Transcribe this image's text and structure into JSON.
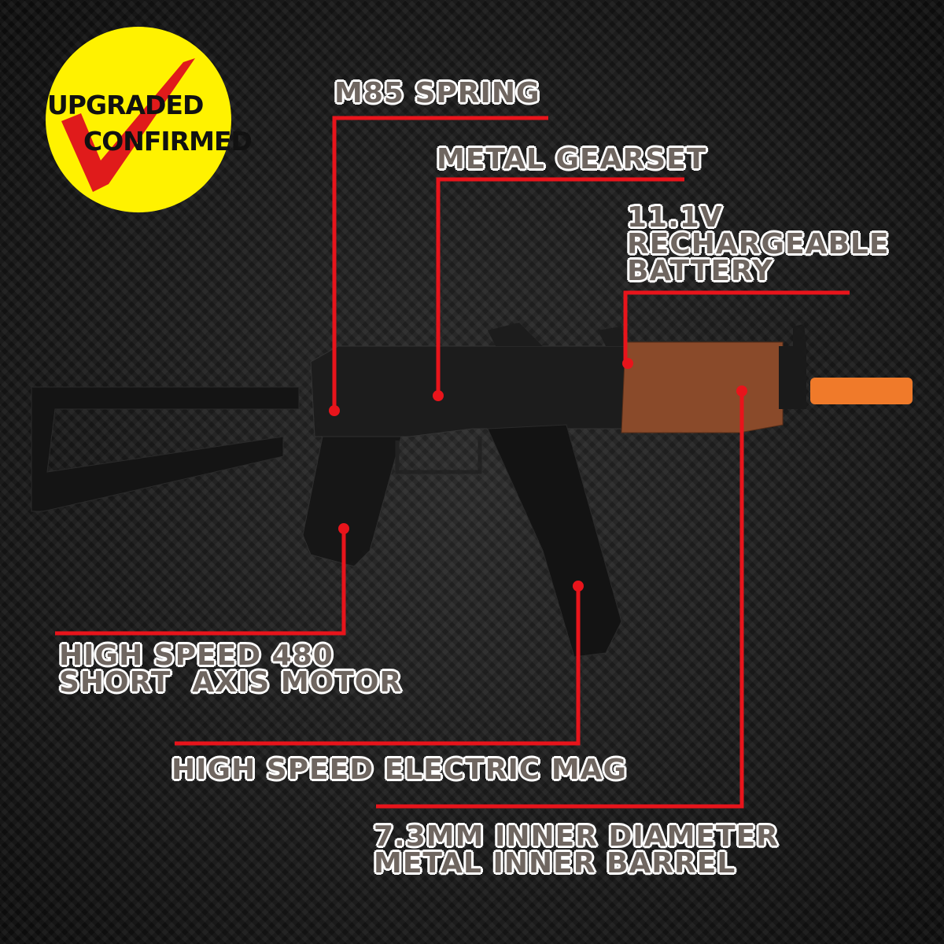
{
  "badge": {
    "line1": "UPGRADED",
    "line2": "CONFIRMED",
    "colors": {
      "circle": "#fff200",
      "check": "#e01b1b"
    }
  },
  "callouts": [
    {
      "id": "spring",
      "lines": [
        "M85 SPRING"
      ]
    },
    {
      "id": "gearset",
      "lines": [
        "METAL GEARSET"
      ]
    },
    {
      "id": "battery",
      "lines": [
        "11.1V",
        "RECHARGEABLE",
        "BATTERY"
      ]
    },
    {
      "id": "motor",
      "lines": [
        "HIGH SPEED 480",
        "SHORT  AXIS MOTOR"
      ]
    },
    {
      "id": "mag",
      "lines": [
        "HIGH SPEED ELECTRIC MAG"
      ]
    },
    {
      "id": "barrel",
      "lines": [
        "7.3MM INNER DIAMETER",
        "METAL INNER BARREL"
      ]
    }
  ],
  "colors": {
    "callout_line": "#e8141b",
    "label_text": "#6f6660",
    "wood": "#8a4a2a",
    "muzzle": "#f07a2a"
  }
}
